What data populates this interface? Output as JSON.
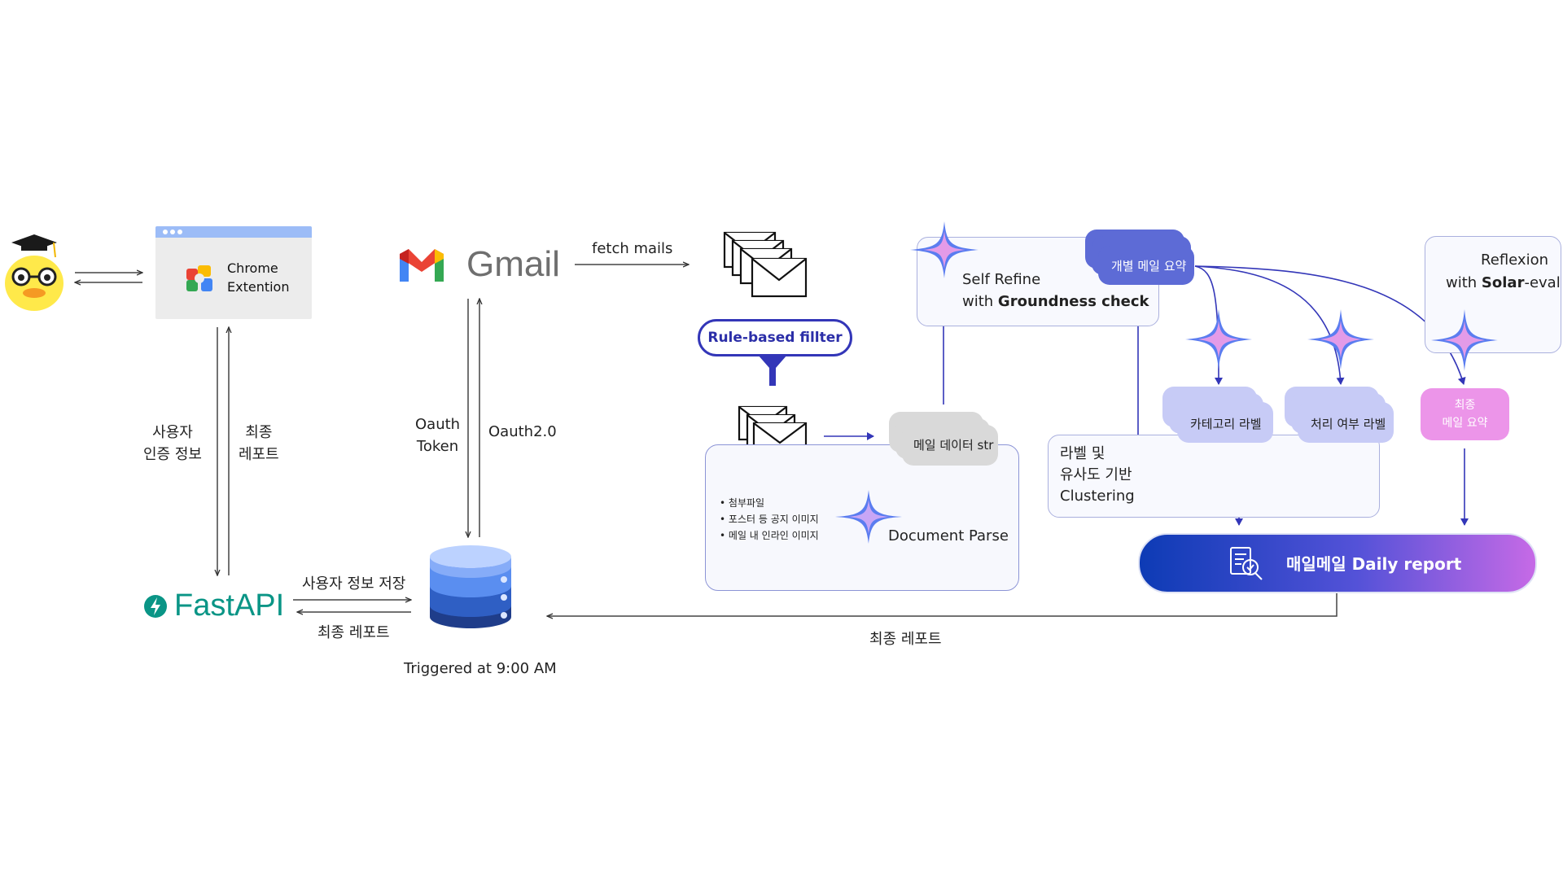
{
  "chrome": {
    "line1": "Chrome",
    "line2": "Extention"
  },
  "gmail": {
    "name": "Gmail"
  },
  "fastapi": {
    "name": "FastAPI"
  },
  "labels": {
    "fetch_mails": "fetch mails",
    "user_auth_1": "사용자",
    "user_auth_2": "인증 정보",
    "final_report_1": "최종",
    "final_report_2": "레포트",
    "oauth_token_1": "Oauth",
    "oauth_token_2": "Token",
    "oauth2": "Oauth2.0",
    "save_user": "사용자 정보 저장",
    "final_report": "최종 레포트",
    "triggered": "Triggered at 9:00 AM",
    "bottom_report": "최종 레포트"
  },
  "filter": {
    "label": "Rule-based fillter"
  },
  "parse": {
    "card": "메일 데이터 str",
    "bullets": [
      "첨부파일",
      "포스터 등 공지 이미지",
      "메일 내 인라인 이미지"
    ],
    "title": "Document Parse"
  },
  "refine": {
    "line1": "Self Refine",
    "line2_prefix": "with ",
    "line2_bold": "Groundness check",
    "card": "개별 메일 요약"
  },
  "labels_cards": {
    "category": "카테고리 라벨",
    "process": "처리 여부 라벨"
  },
  "cluster": {
    "line1": "라벨 및",
    "line2": "유사도 기반",
    "line3": "Clustering"
  },
  "reflexion": {
    "line1": "Reflexion",
    "line2_prefix": "with ",
    "line2_bold": "Solar",
    "line2_suffix": "-eval",
    "card_1": "최종",
    "card_2": "메일 요약"
  },
  "daily": {
    "label": "매일메일 Daily report"
  },
  "colors": {
    "primary": "#3336b8",
    "indigo": "#5d6bd6",
    "lavender": "#c7cbf6",
    "pink": "#ec95e9",
    "fastapi": "#0a9586"
  }
}
